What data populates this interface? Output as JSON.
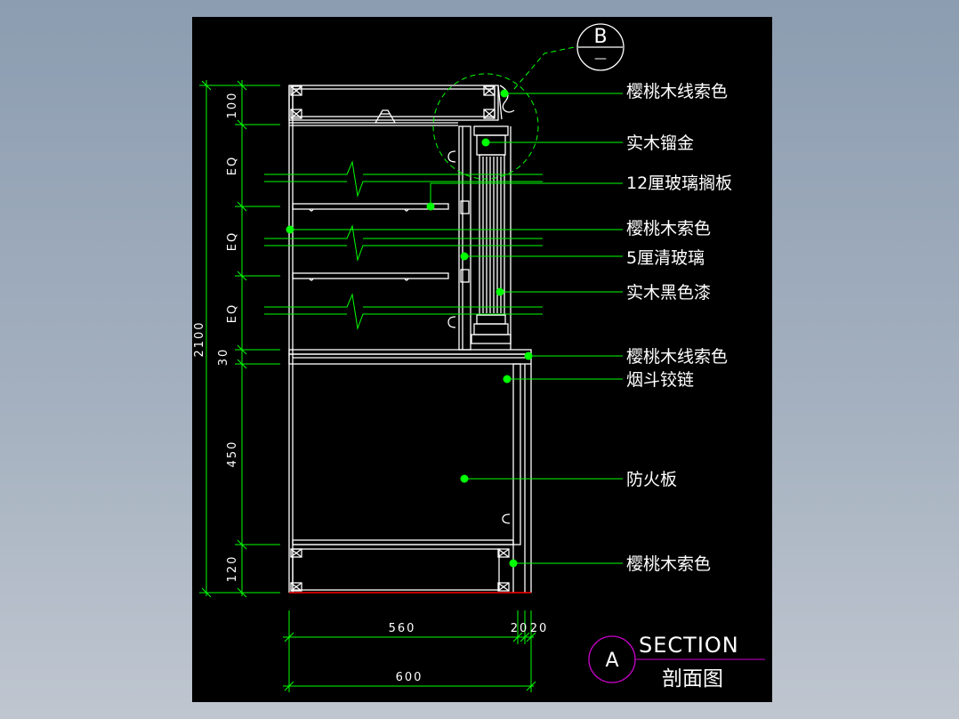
{
  "colors": {
    "background": "#000000",
    "outline": "#ffffff",
    "leader": "#00ff00",
    "dimension": "#00ff00",
    "detail_marker": "#cc00cc",
    "base_line": "#ff0000"
  },
  "callouts": [
    "樱桃木线索色",
    "实木镏金",
    "12厘玻璃搁板",
    "樱桃木索色",
    "5厘清玻璃",
    "实木黑色漆",
    "樱桃木线索色",
    "烟斗铰链",
    "防火板",
    "樱桃木索色"
  ],
  "vertical_dimensions": {
    "total": "2100",
    "segments": [
      "100",
      "EQ",
      "EQ",
      "EQ",
      "30",
      "450",
      "120"
    ]
  },
  "horizontal_dimensions": {
    "top_row": [
      "560",
      "20",
      "20"
    ],
    "bottom_row": [
      "600"
    ]
  },
  "detail_callout": {
    "label": "B",
    "sub": "—"
  },
  "section_title": {
    "marker": "A",
    "title": "SECTION",
    "subtitle": "剖面图"
  }
}
